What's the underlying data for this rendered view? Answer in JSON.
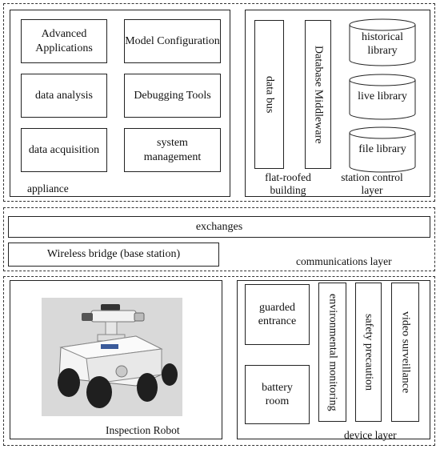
{
  "top_left": {
    "boxes": [
      "Advanced Applications",
      "Model Configuration",
      "data analysis",
      "Debugging Tools",
      "data acquisition",
      "system management"
    ],
    "label": "appliance"
  },
  "top_right": {
    "data_bus": "data bus",
    "middleware": "Database Middleware",
    "libraries": [
      "historical library",
      "live library",
      "file library"
    ],
    "label_building": "flat-roofed building",
    "label_layer": "station control layer"
  },
  "comm": {
    "exchanges": "exchanges",
    "wireless": "Wireless bridge (base station)",
    "label": "communications layer"
  },
  "device": {
    "robot_label": "Inspection Robot",
    "guarded": "guarded entrance",
    "battery": "battery room",
    "vertical": [
      "environmental monitoring",
      "safety precaution",
      "video surveillance"
    ],
    "label": "device layer"
  }
}
